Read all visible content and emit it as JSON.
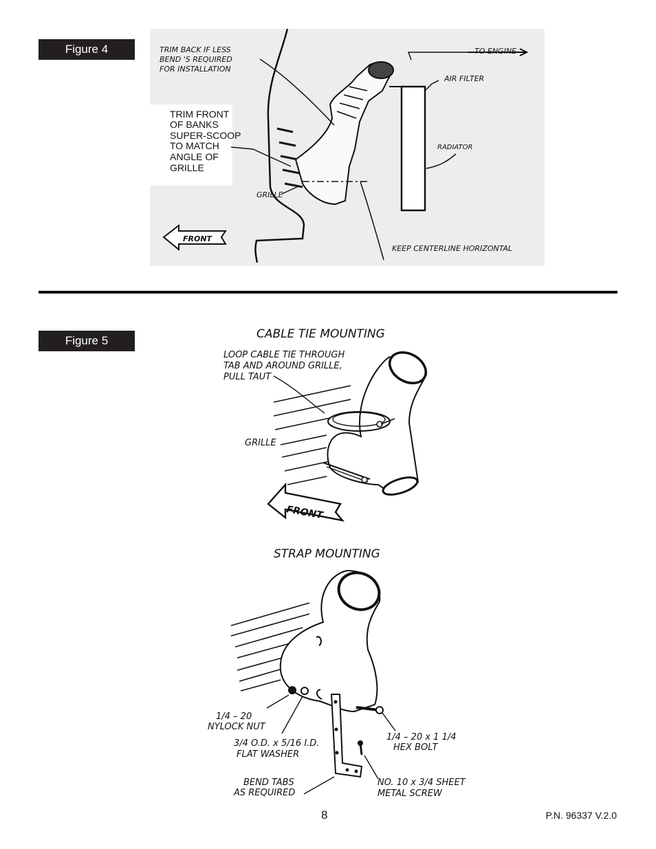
{
  "figure4": {
    "tag": "Figure 4",
    "labels": {
      "trim_back_1": "TRIM BACK IF LESS",
      "trim_back_2": "BEND 'S REQUIRED",
      "trim_back_3": "FOR INSTALLATION",
      "trim_front_1": "TRIM FRONT",
      "trim_front_2": "OF BANKS",
      "trim_front_3": "SUPER-SCOOP",
      "trim_front_4": "TO MATCH",
      "trim_front_5": "ANGLE OF",
      "trim_front_6": "GRILLE",
      "to_engine": "TO ENGINE",
      "air_filter": "AIR FILTER",
      "radiator": "RADIATOR",
      "grille": "GRILLE",
      "front": "FRONT",
      "keep_centerline": "KEEP CENTERLINE HORIZONTAL"
    }
  },
  "figure5": {
    "tag": "Figure 5",
    "cable_tie": {
      "title": "CABLE TIE MOUNTING",
      "loop_1": "LOOP CABLE TIE THROUGH",
      "loop_2": "TAB AND AROUND GRILLE,",
      "loop_3": "PULL TAUT",
      "grille": "GRILLE",
      "front": "FRONT"
    },
    "strap": {
      "title": "STRAP MOUNTING",
      "nut_1": "1/4 – 20",
      "nut_2": "NYLOCK NUT",
      "washer_1": "3/4 O.D. x 5/16 I.D.",
      "washer_2": "FLAT WASHER",
      "bend_1": "BEND TABS",
      "bend_2": "AS REQUIRED",
      "bolt_1": "1/4 – 20 x 1 1/4",
      "bolt_2": "HEX BOLT",
      "screw_1": "NO. 10 x 3/4 SHEET",
      "screw_2": "METAL SCREW"
    }
  },
  "footer": {
    "page_number": "8",
    "part_number": "P.N. 96337 V.2.0"
  }
}
